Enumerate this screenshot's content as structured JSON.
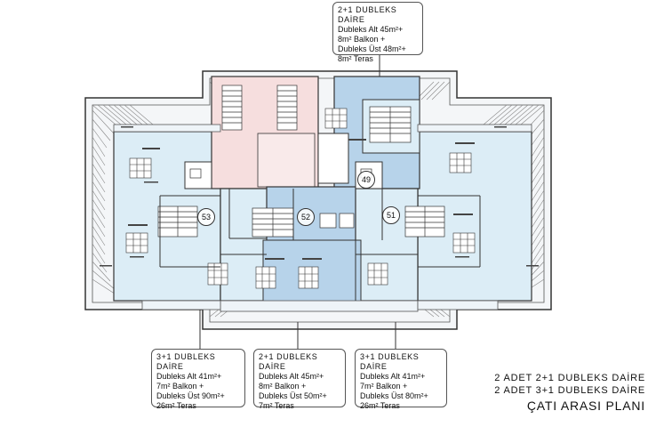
{
  "colors": {
    "unit_light_blue": "#dcedf6",
    "unit_mid_blue": "#b7d3ea",
    "stair_pink": "#f6dede",
    "wall": "#333333"
  },
  "units": {
    "u49": "49",
    "u51": "51",
    "u52": "52",
    "u53": "53"
  },
  "callouts": {
    "top": {
      "title": "2+1 DUBLEKS DAİRE",
      "lines": [
        "Dubleks Alt 45m²+",
        "8m² Balkon +",
        "Dubleks Üst 48m²+",
        "8m² Teras"
      ]
    },
    "bottom_left": {
      "title": "3+1 DUBLEKS DAİRE",
      "lines": [
        "Dubleks Alt 41m²+",
        "7m² Balkon +",
        "Dubleks Üst 90m²+",
        "26m² Teras"
      ]
    },
    "bottom_center": {
      "title": "2+1 DUBLEKS DAİRE",
      "lines": [
        "Dubleks Alt 45m²+",
        "8m² Balkon +",
        "Dubleks Üst 50m²+",
        "7m² Teras"
      ]
    },
    "bottom_right": {
      "title": "3+1 DUBLEKS DAİRE",
      "lines": [
        "Dubleks Alt 41m²+",
        "7m² Balkon +",
        "Dubleks Üst 80m²+",
        "26m² Teras"
      ]
    }
  },
  "summary": {
    "line1": "2 ADET 2+1 DUBLEKS DAİRE",
    "line2": "2 ADET 3+1 DUBLEKS DAİRE",
    "line3": "ÇATI ARASI PLANI"
  }
}
